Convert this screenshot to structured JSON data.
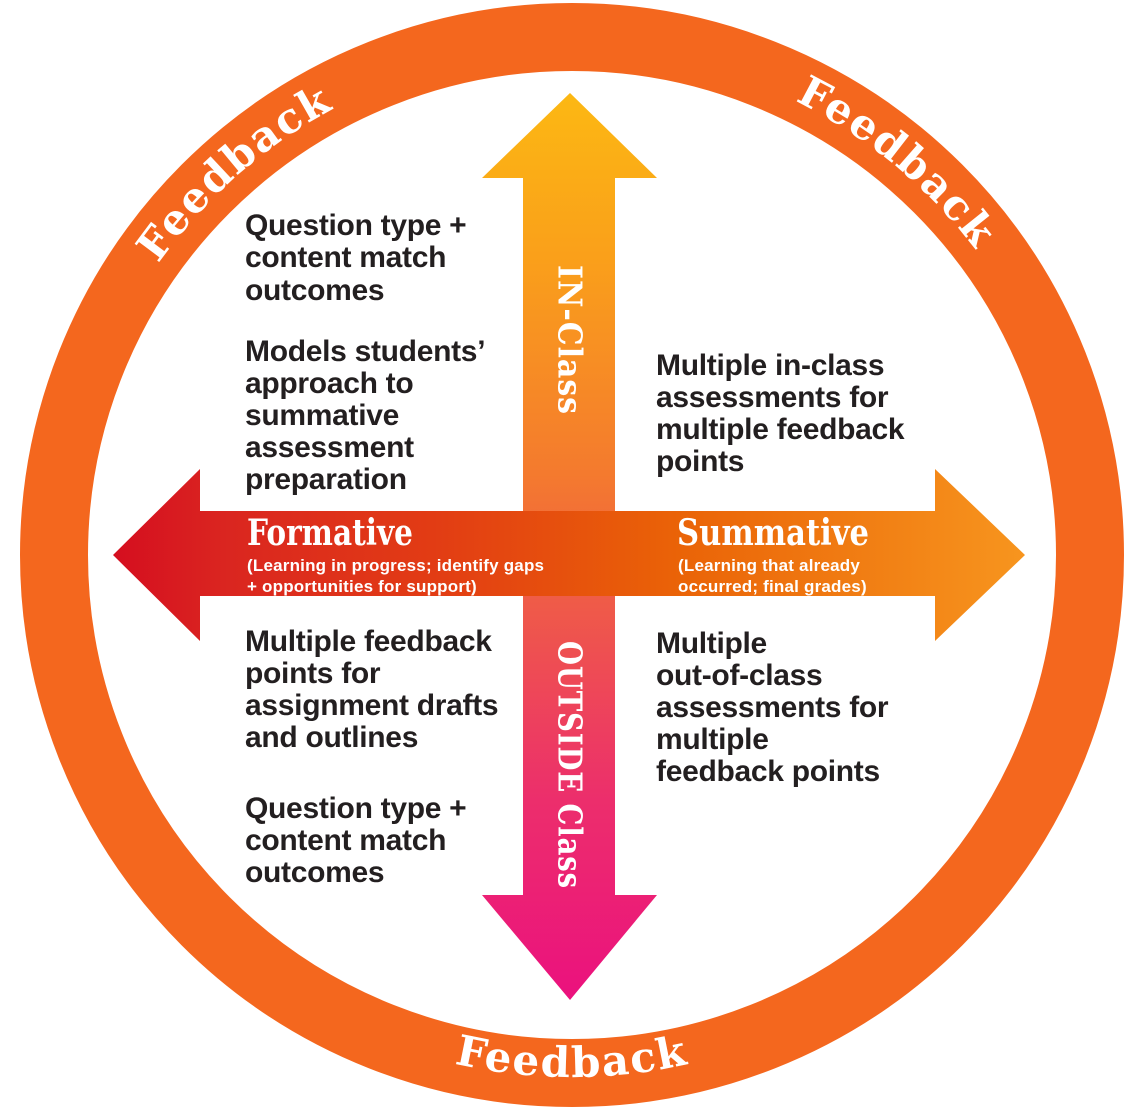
{
  "ring": {
    "label_top_left": "Feedback",
    "label_top_right": "Feedback",
    "label_bottom": "Feedback",
    "color": "#F4671E"
  },
  "axes": {
    "vertical": {
      "top_label": "IN-Class",
      "bottom_label": "OUTSIDE Class",
      "gradient": {
        "g0": "#FCB813",
        "g1": "#FAA01A",
        "g2": "#F47A2E",
        "g3": "#EF5B48",
        "g4": "#EC2E6C",
        "g5": "#EB117E"
      }
    },
    "horizontal": {
      "left_label": "Formative",
      "left_sub_line1": "(Learning in progress; identify gaps",
      "left_sub_line2": "+ opportunities for support)",
      "right_label": "Summative",
      "right_sub_line1": "(Learning that already",
      "right_sub_line2": "occurred; final grades)",
      "gradient": {
        "g0": "#D50E1F",
        "g1": "#DA2520",
        "g2": "#E23C14",
        "g3": "#EA6307",
        "g4": "#F7951E"
      }
    }
  },
  "quadrants": {
    "top_left": {
      "blocks": [
        {
          "lines": [
            "Question type +",
            "content match",
            "outcomes"
          ]
        },
        {
          "lines": [
            "Models students’",
            "approach to",
            "summative",
            "assessment",
            "preparation"
          ]
        }
      ]
    },
    "top_right": {
      "blocks": [
        {
          "lines": [
            "Multiple in-class",
            "assessments for",
            "multiple feedback",
            "points"
          ]
        }
      ]
    },
    "bottom_left": {
      "blocks": [
        {
          "lines": [
            "Multiple feedback",
            "points for",
            "assignment drafts",
            "and outlines"
          ]
        },
        {
          "lines": [
            "Question type +",
            "content match",
            "outcomes"
          ]
        }
      ]
    },
    "bottom_right": {
      "blocks": [
        {
          "lines": [
            "Multiple",
            "out-of-class",
            "assessments for",
            "multiple",
            "feedback points"
          ]
        }
      ]
    }
  },
  "colors": {
    "body_text": "#231F20",
    "light_text": "#FFFFFF",
    "ring_orange": "#F4671E",
    "arrow_gold": "#FCB813",
    "arrow_pink": "#EB117E",
    "arrow_red": "#D50E1F",
    "arrow_orange": "#F7951E"
  }
}
